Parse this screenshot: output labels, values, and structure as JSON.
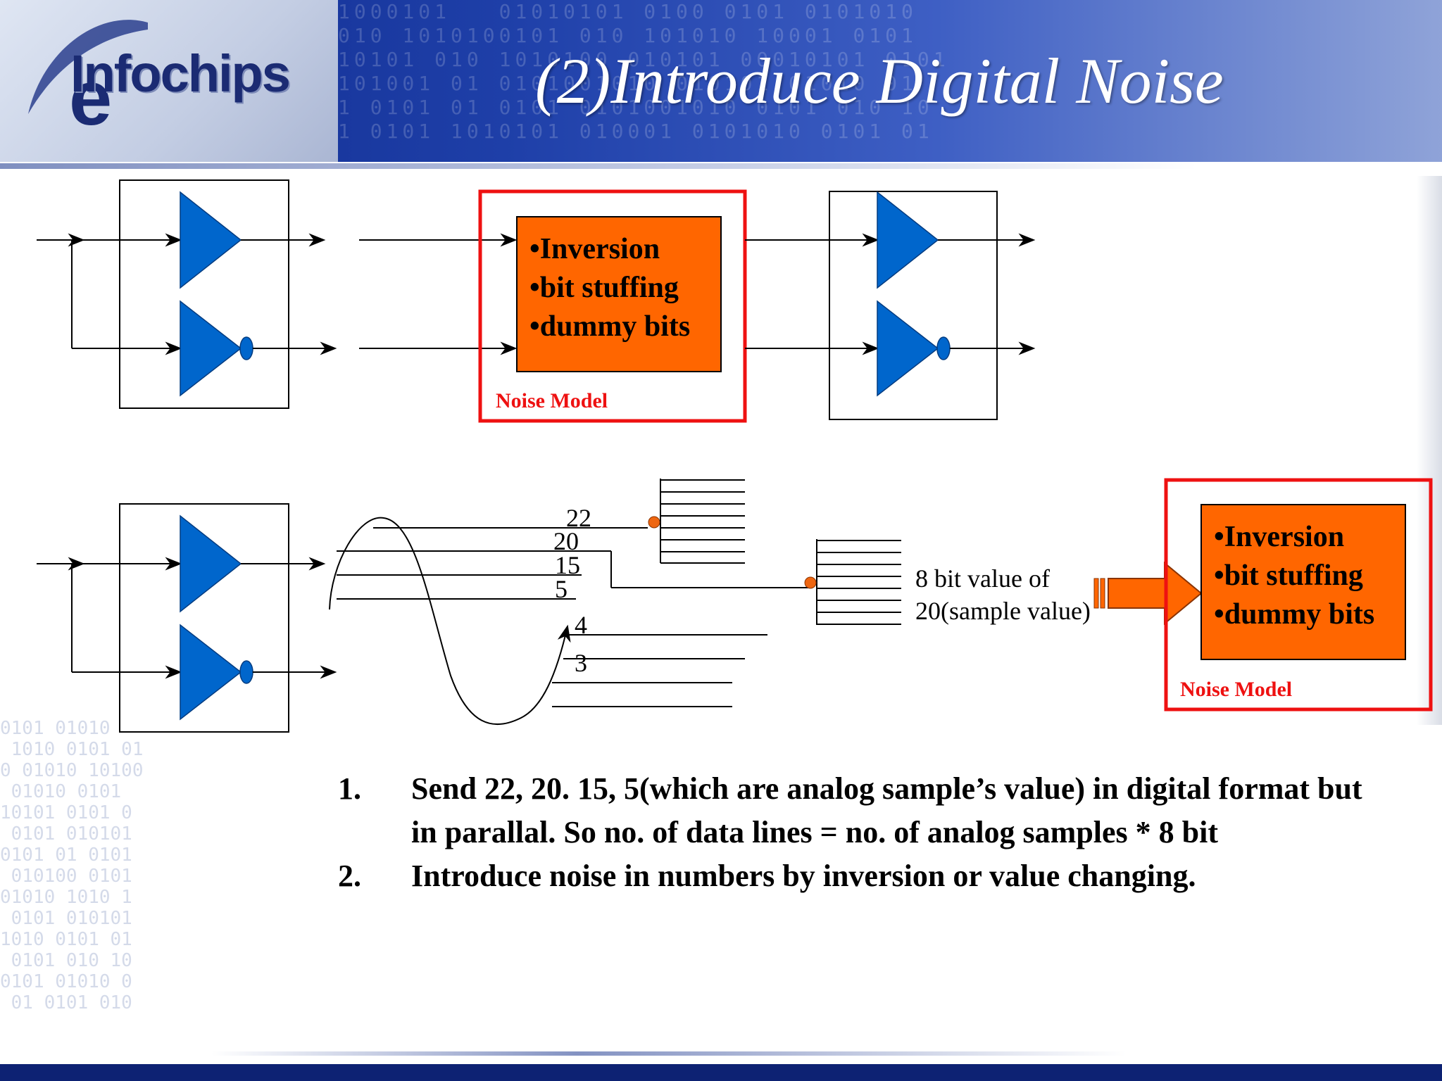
{
  "header": {
    "logo_text": "Infochips",
    "title": "(2)Introduce Digital Noise"
  },
  "noise_model_1": {
    "items": [
      "•Inversion",
      "•bit stuffing",
      "•dummy bits"
    ],
    "label": "Noise Model"
  },
  "noise_model_2": {
    "items": [
      "•Inversion",
      "•bit stuffing",
      "•dummy bits"
    ],
    "label": "Noise Model"
  },
  "sampling": {
    "sample_labels": [
      "22",
      "20",
      "15",
      "5",
      "4",
      "3"
    ],
    "annotation_line1": "8 bit value of",
    "annotation_line2": "20(sample value)"
  },
  "steps": [
    {
      "number": "1.",
      "text": "Send 22, 20. 15, 5(which are analog sample’s value) in digital format but in parallal. So no. of data lines = no. of analog samples * 8 bit"
    },
    {
      "number": "2.",
      "text": "Introduce noise in  numbers by inversion or value changing."
    }
  ],
  "colors": {
    "triangle_blue": "#0066cc",
    "noise_box_orange": "#ff6600",
    "noise_border_red": "#ee1111",
    "dot_orange": "#ee6611"
  }
}
